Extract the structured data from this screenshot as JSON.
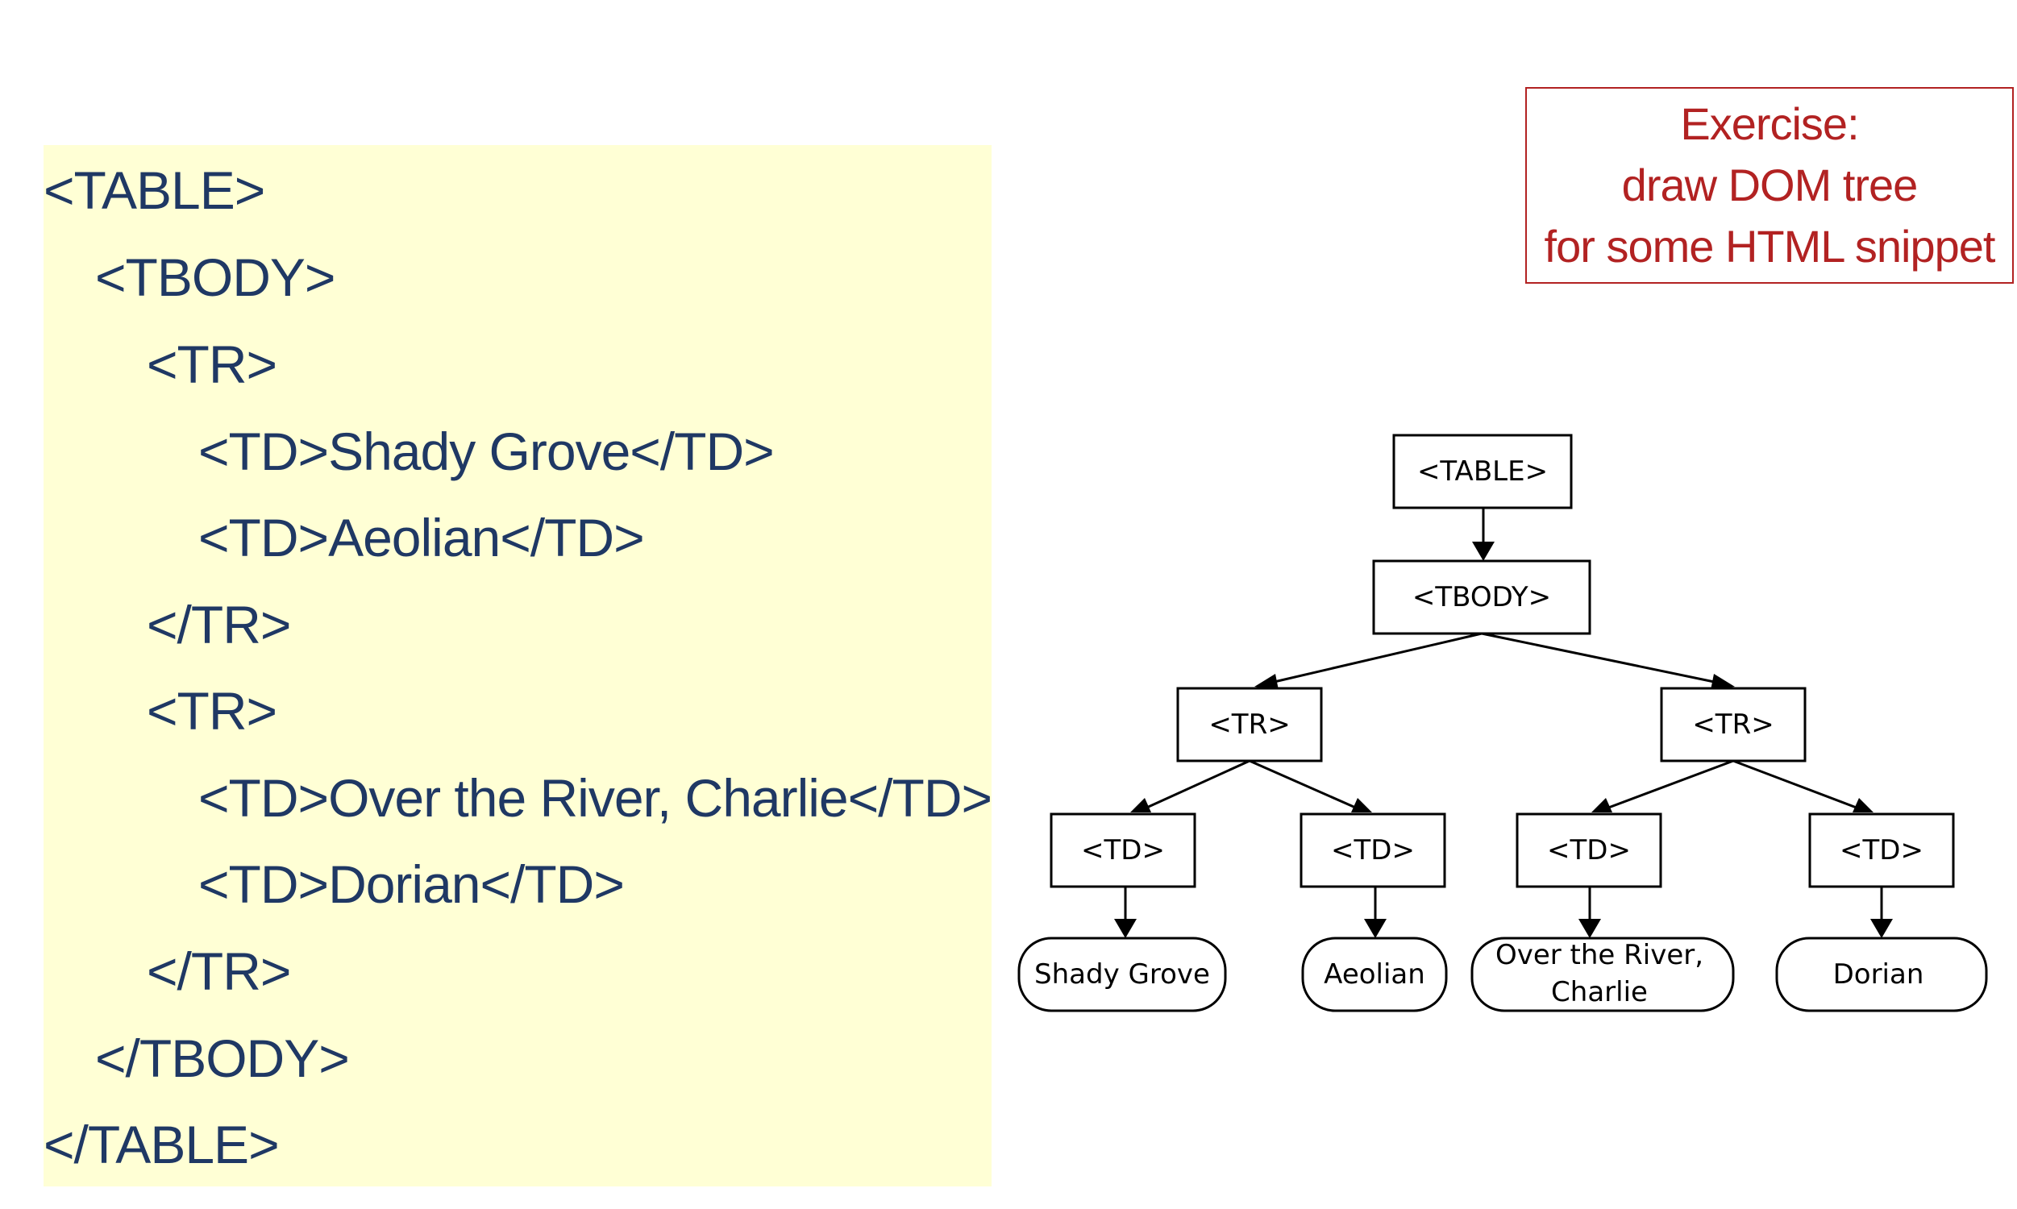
{
  "code": {
    "lines": [
      "<TABLE>",
      "<TBODY>",
      "<TR>",
      "<TD>Shady Grove</TD>",
      "<TD>Aeolian</TD>",
      "</TR>",
      "<TR>",
      "<TD>Over the River, Charlie</TD>",
      "<TD>Dorian</TD>",
      "</TR>",
      "</TBODY>",
      "</TABLE>"
    ]
  },
  "exercise": {
    "line1": "Exercise:",
    "line2": "draw DOM tree",
    "line3": "for some HTML snippet"
  },
  "tree": {
    "table": "<TABLE>",
    "tbody": "<TBODY>",
    "tr1": "<TR>",
    "tr2": "<TR>",
    "td1": "<TD>",
    "td2": "<TD>",
    "td3": "<TD>",
    "td4": "<TD>",
    "leaf1": "Shady Grove",
    "leaf2": "Aeolian",
    "leaf3_line1": "Over the River,",
    "leaf3_line2": "Charlie",
    "leaf4": "Dorian"
  },
  "colors": {
    "code_text": "#1f3864",
    "code_background": "#ffffd5",
    "exercise_text": "#b22222"
  }
}
